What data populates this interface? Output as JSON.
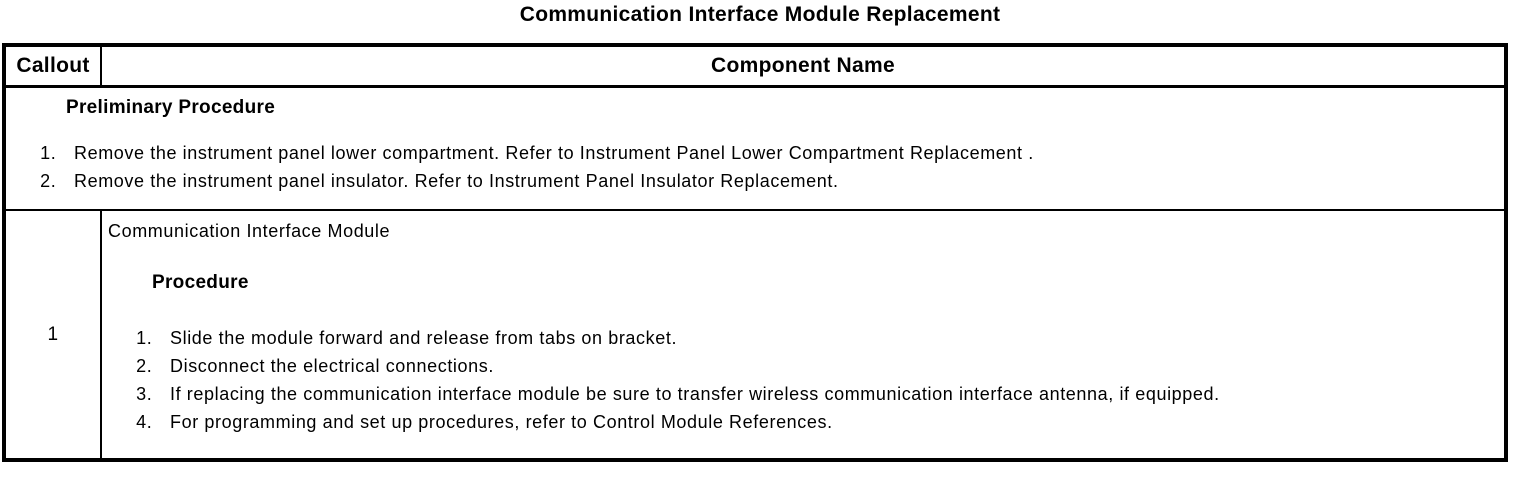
{
  "page_title": "Communication Interface Module Replacement",
  "colors": {
    "text": "#000000",
    "border": "#000000",
    "background": "#ffffff"
  },
  "table": {
    "header": {
      "callout": "Callout",
      "component_name": "Component Name"
    },
    "preliminary": {
      "heading": "Preliminary Procedure",
      "steps": [
        "Remove the instrument panel lower compartment. Refer to Instrument Panel Lower Compartment Replacement .",
        "Remove the instrument panel insulator. Refer to Instrument Panel Insulator Replacement."
      ]
    },
    "rows": [
      {
        "callout": "1",
        "component_name": "Communication Interface Module",
        "procedure_heading": "Procedure",
        "steps": [
          "Slide the module forward and release from tabs on bracket.",
          "Disconnect the electrical connections.",
          "If replacing the communication interface module be sure to transfer wireless communication interface antenna, if equipped.",
          "For programming and set up procedures, refer to Control Module References."
        ]
      }
    ]
  }
}
